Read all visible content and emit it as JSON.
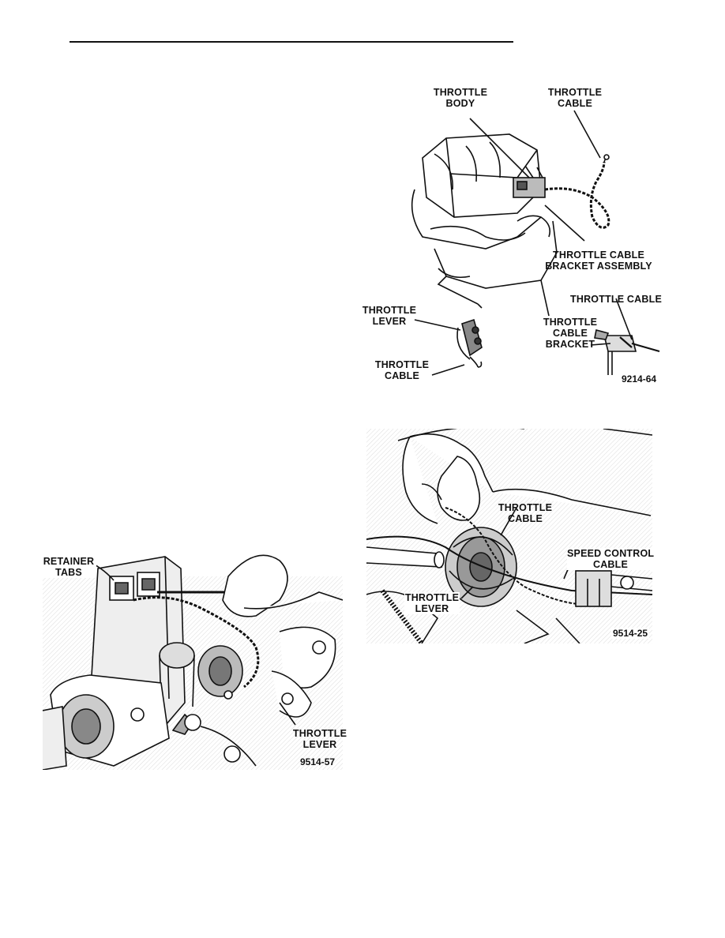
{
  "figure_top": {
    "labels": {
      "throttle_body": [
        "THROTTLE",
        "BODY"
      ],
      "throttle_cable_top": [
        "THROTTLE",
        "CABLE"
      ],
      "bracket_assembly": [
        "THROTTLE CABLE",
        "BRACKET ASSEMBLY"
      ],
      "throttle_lever": [
        "THROTTLE",
        "LEVER"
      ],
      "throttle_cable_lower": [
        "THROTTLE",
        "CABLE"
      ],
      "throttle_cable_right": "THROTTLE CABLE",
      "cable_bracket": [
        "THROTTLE",
        "CABLE",
        "BRACKET"
      ]
    },
    "figure_number": "9214-64"
  },
  "figure_middle": {
    "labels": {
      "throttle_cable": [
        "THROTTLE",
        "CABLE"
      ],
      "speed_control_cable": [
        "SPEED CONTROL",
        "CABLE"
      ],
      "throttle_lever": [
        "THROTTLE",
        "LEVER"
      ]
    },
    "figure_number": "9514-25"
  },
  "figure_bottom": {
    "labels": {
      "retainer_tabs": [
        "RETAINER",
        "TABS"
      ],
      "throttle_lever": [
        "THROTTLE",
        "LEVER"
      ]
    },
    "figure_number": "9514-57"
  }
}
